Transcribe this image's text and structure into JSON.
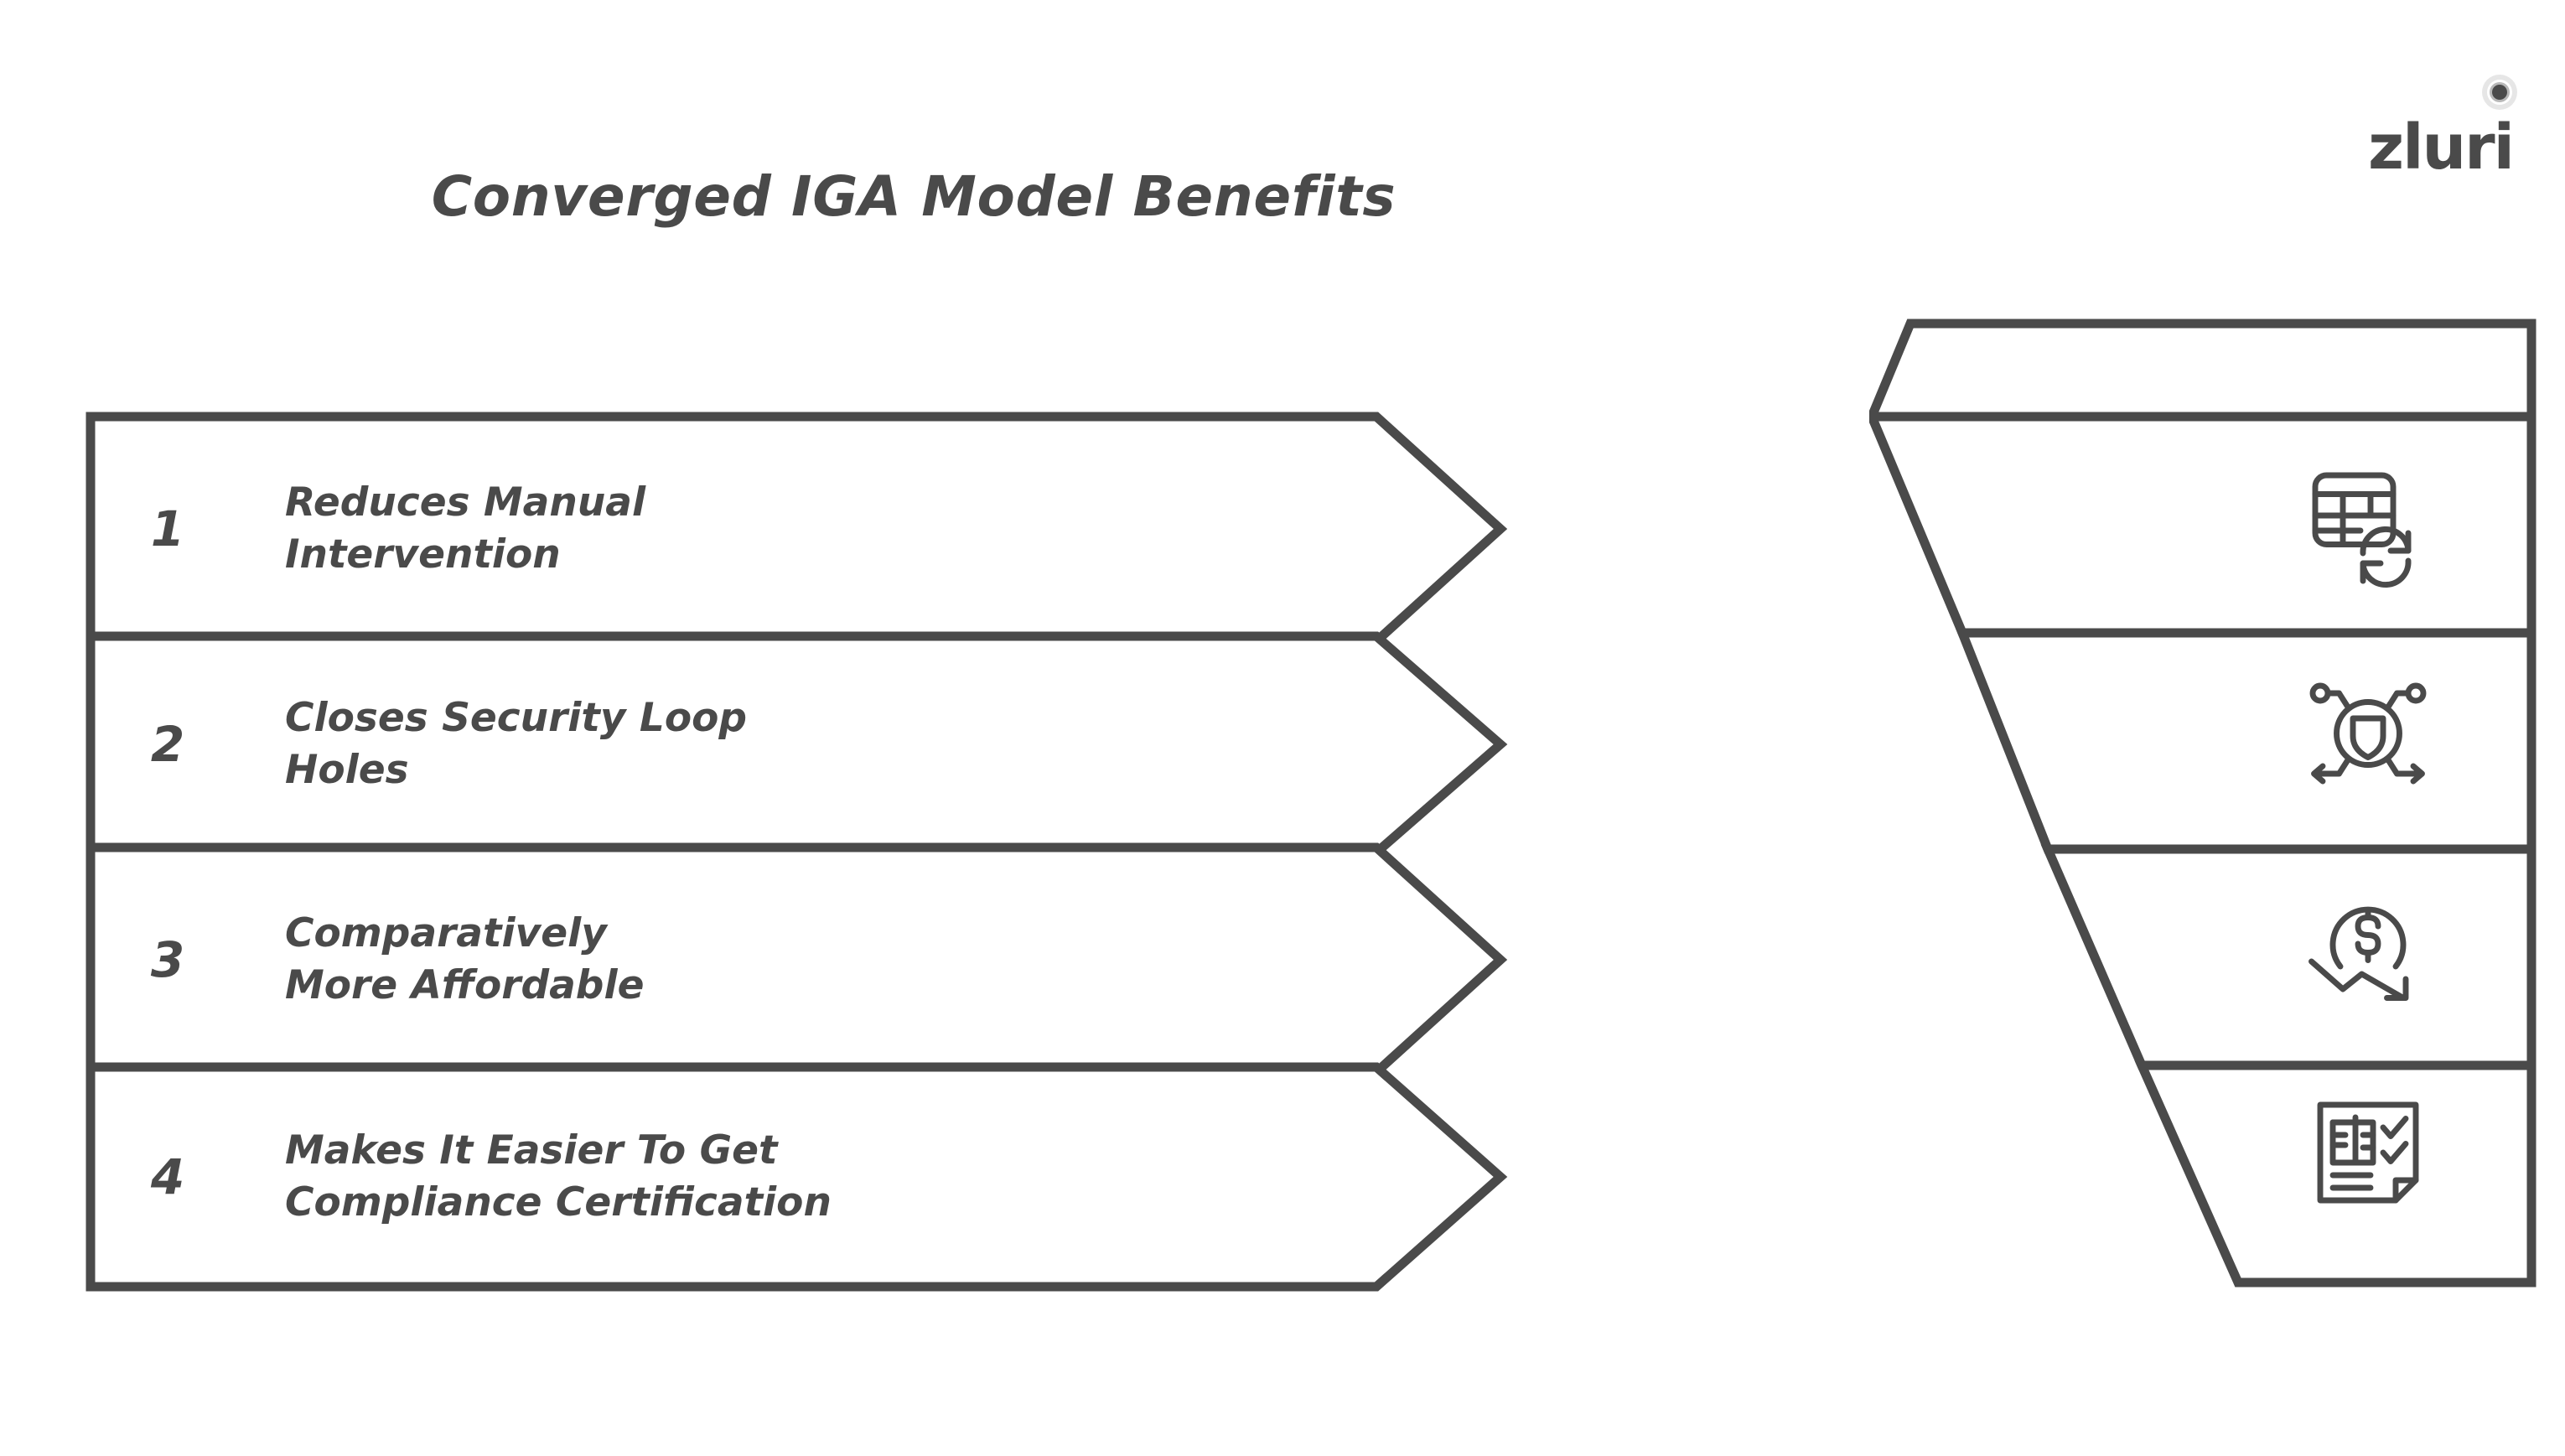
{
  "page": {
    "title": "Converged IGA Model Benefits",
    "background_color": "#ffffff",
    "ink_color": "#4a4a4a"
  },
  "brand": {
    "name": "zluri",
    "logo_dot_icon": "concentric-circle-dot-icon",
    "color": "#4a4a4a"
  },
  "benefits": [
    {
      "number": "1",
      "label": "Reduces Manual\nIntervention",
      "icon": "table-sync-icon"
    },
    {
      "number": "2",
      "label": "Closes Security Loop\nHoles",
      "icon": "shield-network-icon"
    },
    {
      "number": "3",
      "label": "Comparatively\nMore Affordable",
      "icon": "dollar-trend-down-icon"
    },
    {
      "number": "4",
      "label": "Makes It Easier To Get\nCompliance Certification",
      "icon": "document-checklist-icon"
    }
  ]
}
